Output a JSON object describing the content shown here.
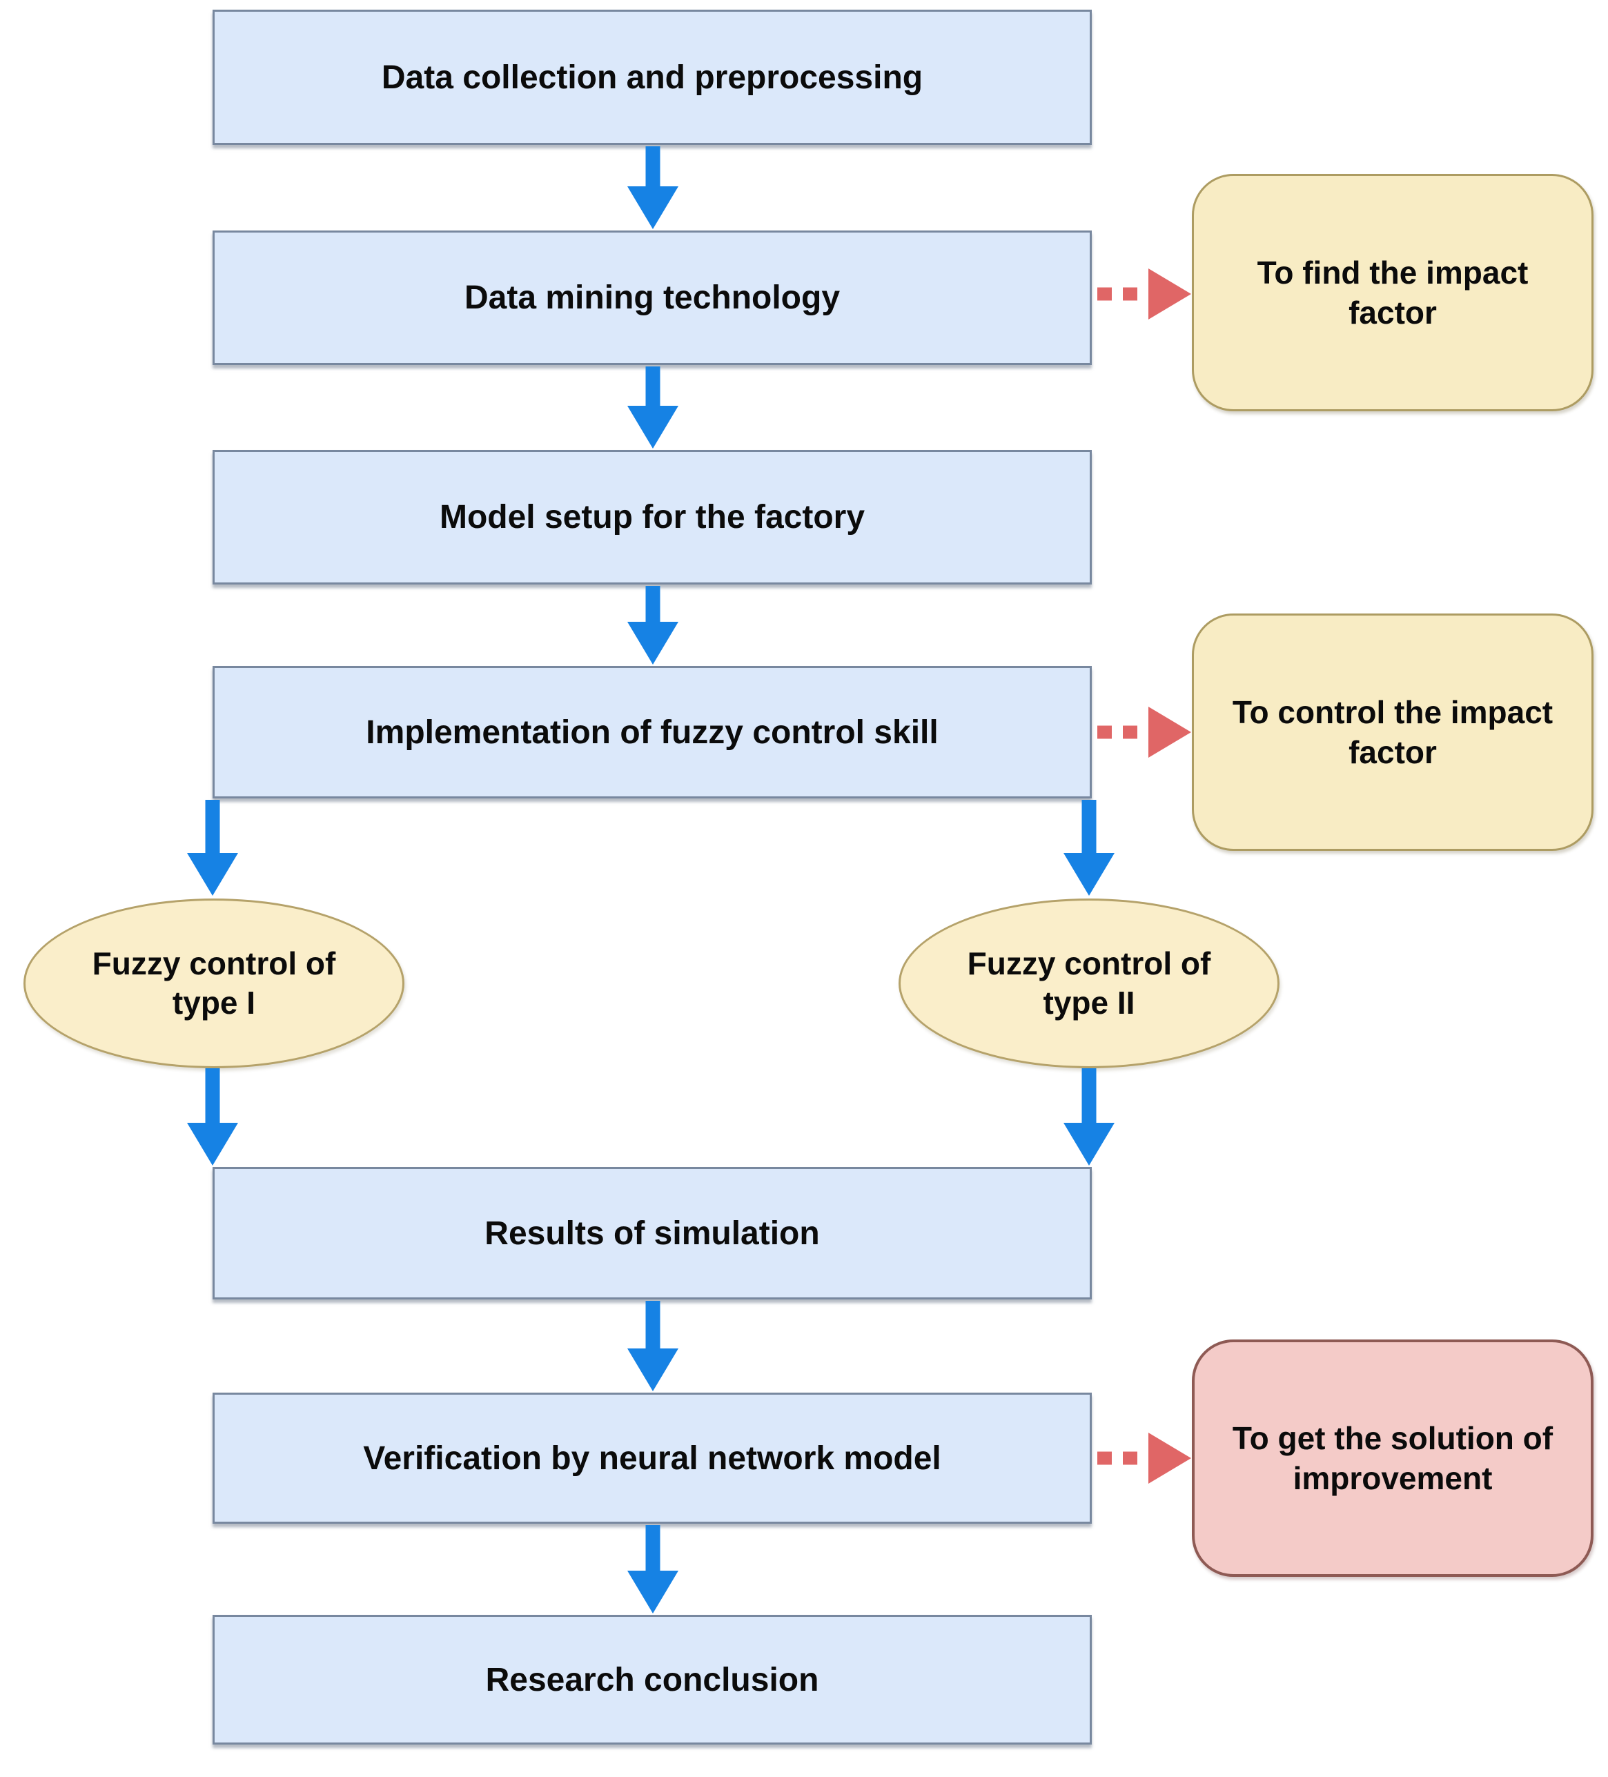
{
  "diagram": {
    "type": "flowchart",
    "process_boxes": [
      {
        "label": "Data collection and preprocessing"
      },
      {
        "label": "Data mining technology"
      },
      {
        "label": "Model setup for the factory"
      },
      {
        "label": "Implementation of fuzzy control skill"
      },
      {
        "label": "Results of simulation"
      },
      {
        "label": "Verification by neural network model"
      },
      {
        "label": "Research conclusion"
      }
    ],
    "branch_ellipses": [
      {
        "line1": "Fuzzy control of",
        "line2": "type I"
      },
      {
        "line1": "Fuzzy control of",
        "line2": "type II"
      }
    ],
    "side_notes": [
      {
        "line1": "To find the impact",
        "line2": "factor",
        "style": "yellow"
      },
      {
        "line1": "To control the impact",
        "line2": "factor",
        "style": "yellow"
      },
      {
        "line1": "To get the solution of",
        "line2": "improvement",
        "style": "pink"
      }
    ],
    "colors": {
      "process_fill": "#dbe8fa",
      "process_border": "#78889f",
      "solid_arrow": "#1682e4",
      "dashed_arrow": "#e06666",
      "note_yellow_fill": "#f8ecc4",
      "note_yellow_border": "#ad9c62",
      "note_pink_fill": "#f4cbc8",
      "note_pink_border": "#8e5a54",
      "ellipse_fill": "#faeeca",
      "ellipse_border": "#b5a26a"
    }
  }
}
